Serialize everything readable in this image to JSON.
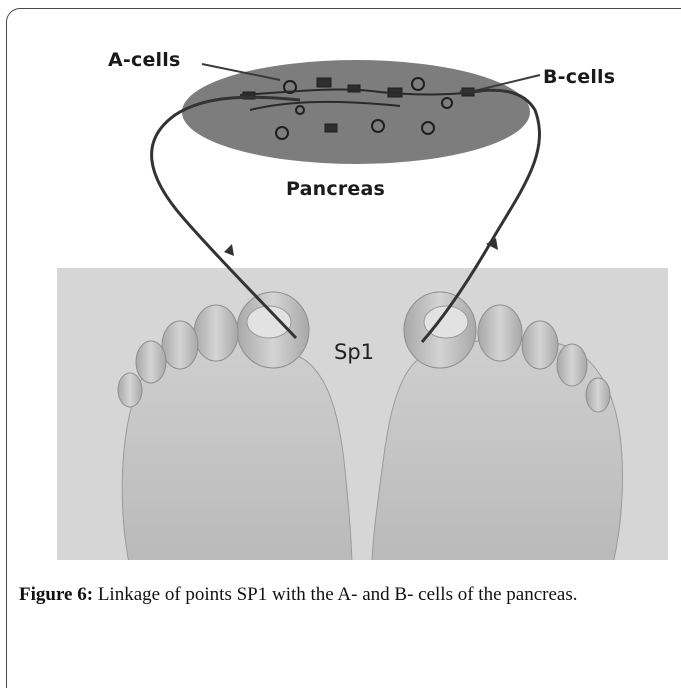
{
  "figure": {
    "labels": {
      "a_cells": "A-cells",
      "b_cells": "B-cells",
      "pancreas": "Pancreas",
      "sp1": "Sp1"
    }
  },
  "caption": {
    "lead": "Figure 6:",
    "text": " Linkage of points SP1 with the A- and B- cells of the pancreas."
  },
  "colors": {
    "pancreas_fill": "#7d7d7d",
    "photo_bg": "#d6d6d6",
    "line": "#3a3a3a"
  }
}
